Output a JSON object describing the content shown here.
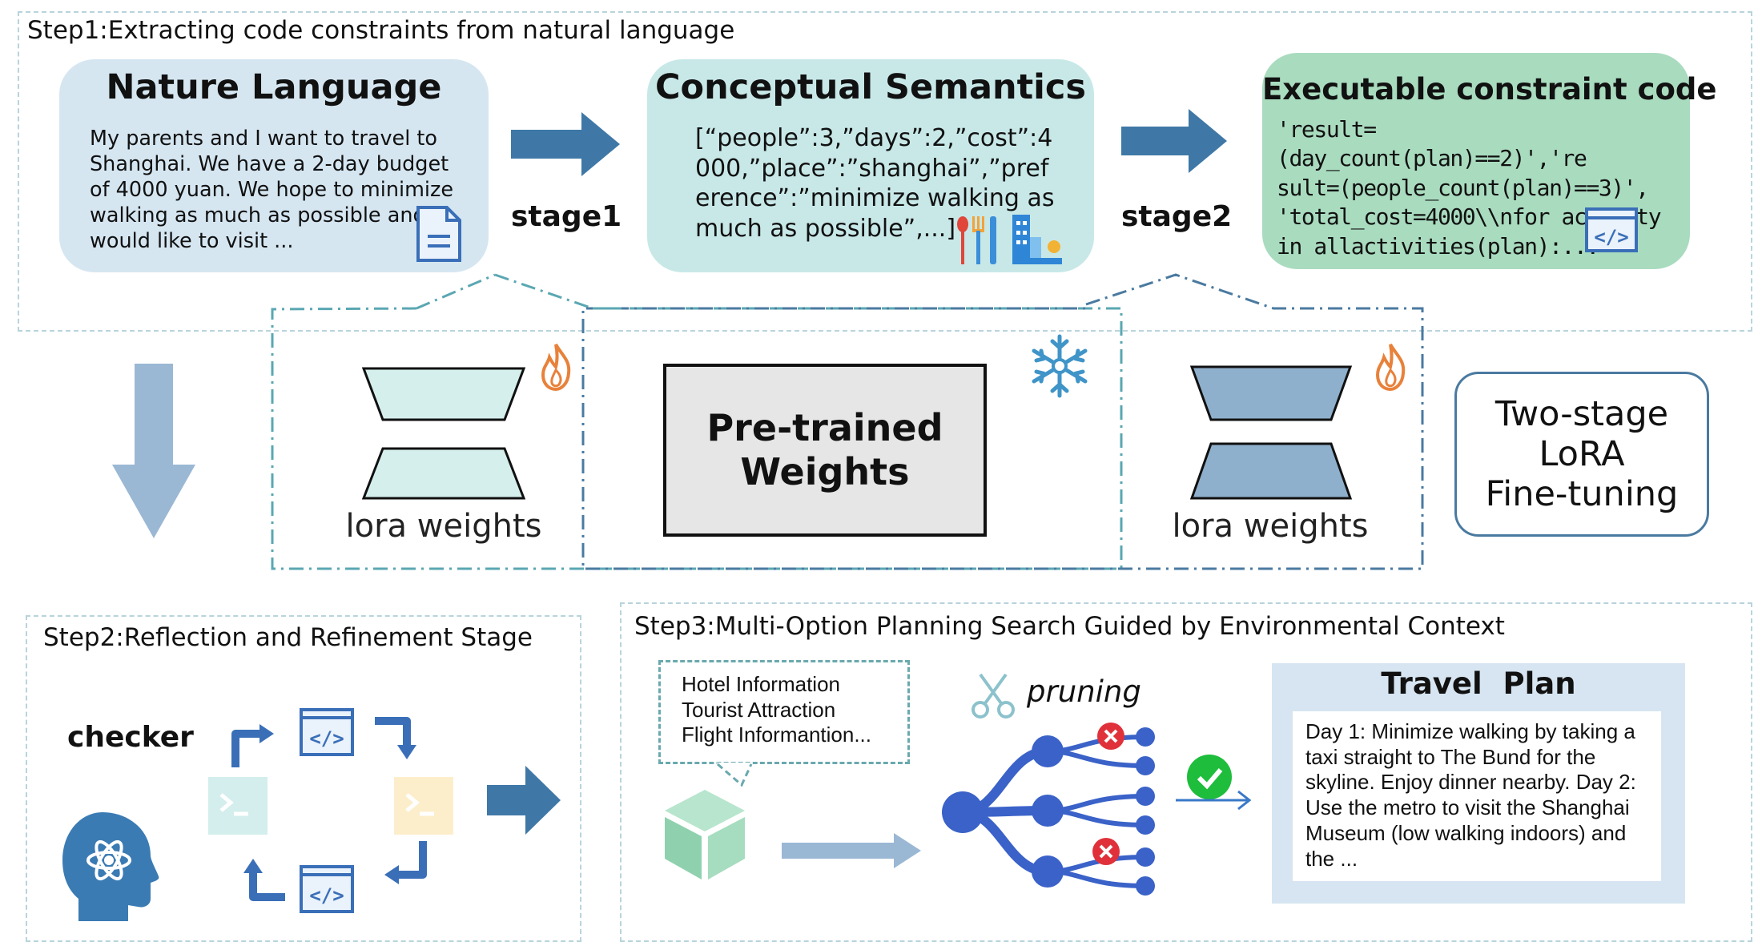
{
  "step1": {
    "title": "Step1:Extracting code constraints from natural language",
    "nature_language": {
      "title": "Nature Language",
      "body": " My parents and I want to travel to\nShanghai. We have a 2-day budget\nof 4000 yuan. We hope to minimize\nwalking as much as possible and\nwould like to visit ...",
      "icon": "document-icon"
    },
    "stage1_label": "stage1",
    "conceptual_semantics": {
      "title": "Conceptual Semantics",
      "body": "[“people”:3,”days”:2,”cost”:4\n000,”place”:”shanghai”,”pref\nerence”:”minimize walking as\nmuch as possible”,...]",
      "icons": [
        "food-icon",
        "city-icon"
      ]
    },
    "stage2_label": "stage2",
    "executable_code": {
      "title": "Executable constraint code",
      "body": "'result=(day_count(plan)==2)','re\nsult=(people_count(plan)==3)',\n'total_cost=4000\\\\nfor activity\nin allactivities(plan):...",
      "icon": "code-window-icon"
    }
  },
  "lora": {
    "left_label": "lora weights",
    "right_label": "lora weights",
    "pretrained_label": "Pre-trained\nWeights",
    "fire_icon": "fire-icon",
    "frozen_icon": "snowflake-icon",
    "two_stage_label": "Two-stage\nLoRA\nFine-tuning"
  },
  "step2": {
    "title": "Step2:Reflection and Refinement Stage",
    "checker_label": "checker",
    "icons": [
      "brain-head-icon",
      "terminal-icon",
      "code-window-icon",
      "refresh-arrow-icon"
    ]
  },
  "step3": {
    "title": "Step3:Multi-Option Planning Search Guided by Environmental Context",
    "info_lines": "Hotel Information\nTourist Attraction\nFlight Informantion...",
    "pruning_label": "pruning",
    "travel_plan_title": "Travel  Plan",
    "travel_plan_body": "Day 1: Minimize walking by taking a taxi straight to The Bund for the skyline. Enjoy dinner nearby. Day 2: Use the metro to visit the Shanghai Museum (low walking indoors) and the ...",
    "icons": [
      "cube-icon",
      "scissors-icon",
      "check-icon",
      "cross-icon"
    ]
  },
  "colors": {
    "nature_bg": "#d5e6f1",
    "concept_bg": "#c8e8e8",
    "code_bg": "#a9dbbf",
    "arrow_blue": "#3f78a6",
    "arrow_light": "#9ab8d4",
    "tree_blue": "#3a62c8",
    "lora_left": "#d5efed",
    "lora_right": "#8fb0cc",
    "fire": "#e8813a",
    "snow": "#3f94c8"
  }
}
